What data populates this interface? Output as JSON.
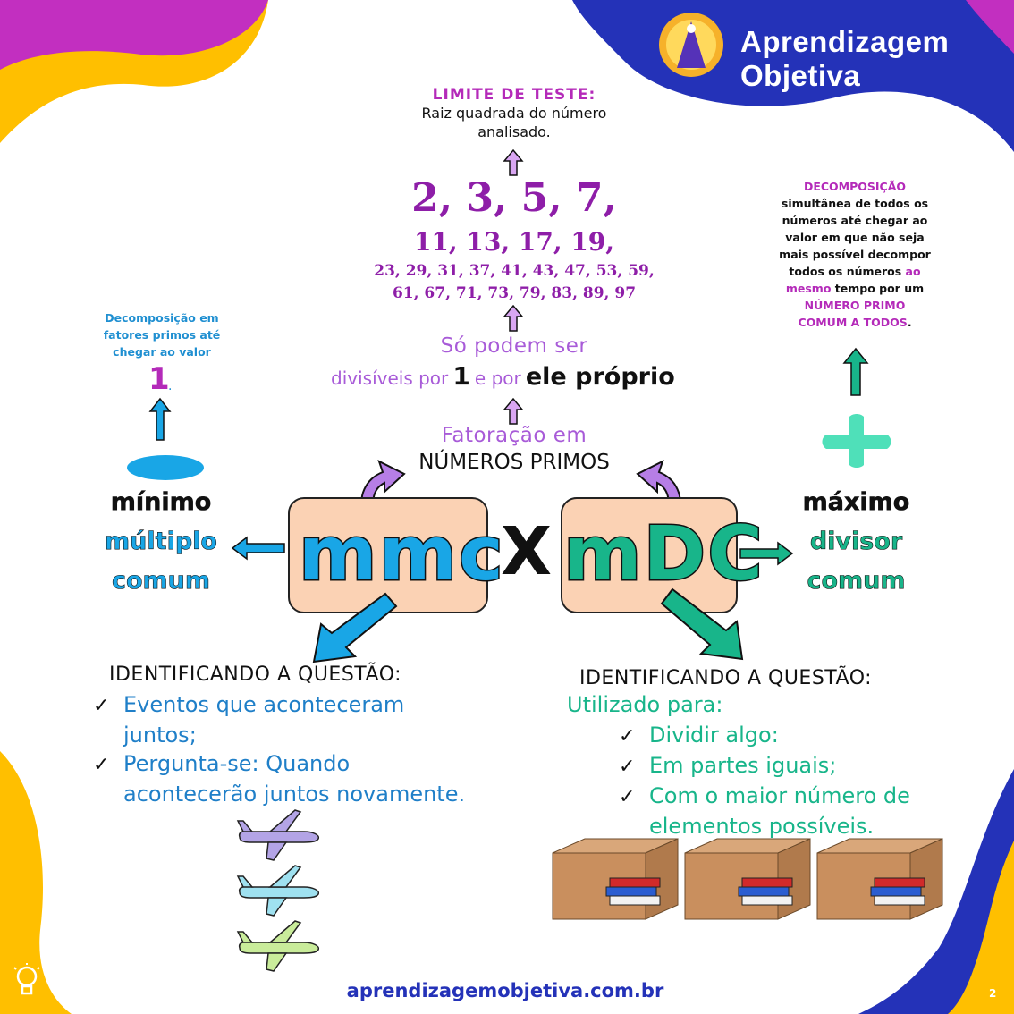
{
  "header": {
    "brand": "Aprendizagem Objetiva",
    "logo_icon": "compass-logo-icon"
  },
  "top_center": {
    "test_limit_title": "LIMITE DE TESTE:",
    "test_limit_line1": "Raiz quadrada do número",
    "test_limit_line2": "analisado.",
    "primes_row1": "2, 3, 5, 7,",
    "primes_row2": "11, 13, 17, 19,",
    "primes_row3": "23, 29, 31, 37, 41, 43, 47, 53, 59,",
    "primes_row4": "61, 67, 71, 73, 79, 83, 89, 97",
    "divisible_line1": "Só podem ser",
    "divisible_prefix": "divisíveis por",
    "divisible_one": "1",
    "divisible_mid": "e por",
    "divisible_suffix": "ele próprio",
    "factoring_line1": "Fatoração em",
    "factoring_line2": "NÚMEROS PRIMOS"
  },
  "left_note": {
    "line1": "Decomposição em",
    "line2": "fatores primos até",
    "line3": "chegar ao valor",
    "value": "1",
    "dot": "."
  },
  "right_note": {
    "title": "DECOMPOSIÇÃO",
    "line1": "simultânea de todos os",
    "line2": "números até chegar ao",
    "line3": "valor em que não seja",
    "line4": "mais possível decompor",
    "line5_a": "todos os números",
    "line5_b": "ao",
    "line6_a": "mesmo",
    "line6_b": "tempo por um",
    "line7": "NÚMERO PRIMO",
    "line8_a": "COMUM A TODOS",
    "line8_b": "."
  },
  "center": {
    "mmc": "mmc",
    "mdc": "mDC",
    "x": "X"
  },
  "left_term": {
    "w1": "mínimo",
    "w2": "múltiplo",
    "w3": "comum"
  },
  "right_term": {
    "w1": "máximo",
    "w2": "divisor",
    "w3": "comum"
  },
  "left_question": {
    "heading": "IDENTIFICANDO A QUESTÃO:",
    "item1_line1": "Eventos que aconteceram",
    "item1_line2": "juntos;",
    "item2_line1": "Pergunta-se: Quando",
    "item2_line2": "acontecerão juntos novamente."
  },
  "right_question": {
    "heading": "IDENTIFICANDO A QUESTÃO:",
    "intro": "Utilizado para:",
    "item1": "Dividir algo:",
    "item2": "Em partes iguais;",
    "item3_line1": "Com o  maior número de",
    "item3_line2": "elementos possíveis."
  },
  "footer": {
    "url": "aprendizagemobjetiva.com.br",
    "page": "2",
    "bulb_icon": "lightbulb-icon"
  },
  "colors": {
    "purple": "#8e1ea8",
    "violet": "#a85bd8",
    "blue": "#19a6e6",
    "teal": "#18b58a",
    "box": "#fbd2b4",
    "header_blue": "#2432b8",
    "magenta": "#c22fc0",
    "yellow": "#ffbf00"
  }
}
